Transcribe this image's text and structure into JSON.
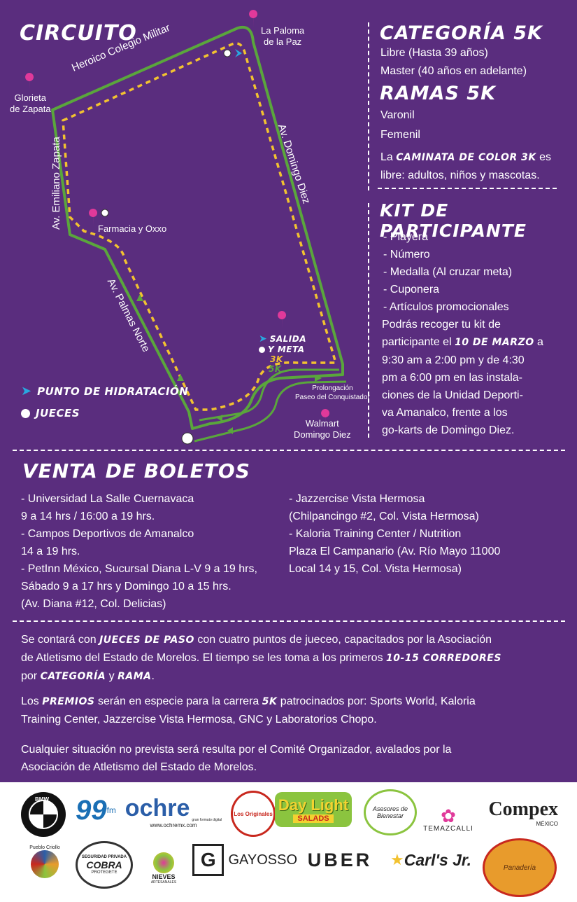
{
  "circuit": {
    "title": "Circuito",
    "streets": {
      "militar": "Heroico Colegio Militar",
      "zapata": "Av. Emiliano Zapata",
      "palmas": "Av. Palmas Norte",
      "domingo": "Av. Domingo Diez",
      "prolongacion": "Prolongación\nPaseo del Conquistador"
    },
    "places": {
      "paloma": "La Paloma\nde la Paz",
      "glorieta": "Glorieta\nde Zapata",
      "farmacia": "Farmacia y Oxxo",
      "walmart": "Walmart\nDomingo Diez"
    },
    "start": {
      "salida": "Salida",
      "meta": "y meta",
      "r3k": "3K",
      "r5k": "5K"
    },
    "legend": {
      "hidratacion": "Punto de hidratación",
      "jueces": "Jueces"
    },
    "colors": {
      "route5k": "#5aa63c",
      "route3k": "#f2c230",
      "pin": "#e0399a",
      "water": "#29a8e0"
    }
  },
  "categoria": {
    "title": "Categoría 5K",
    "items": [
      "Libre (Hasta 39 años)",
      "Master (40 años en adelante)"
    ]
  },
  "ramas": {
    "title": "Ramas 5K",
    "items": [
      "Varonil",
      "Femenil"
    ],
    "caminata_pre": "La",
    "caminata_em": "caminata de color 3K",
    "caminata_post1": "es",
    "caminata_post2": "libre: adultos, niños y mascotas."
  },
  "kit": {
    "title": "Kit de participante",
    "items": [
      "- Playera",
      "- Número",
      "- Medalla (Al cruzar meta)",
      "- Cuponera",
      "- Artículos promocionales"
    ],
    "p1": "Podrás recoger tu kit de",
    "p2_pre": "participante el",
    "p2_em": "10 de marzo",
    "p2_post": "a",
    "lines": [
      "9:30 am a 2:00 pm y de 4:30",
      "pm a 6:00 pm en las instala-",
      "ciones de la Unidad Deporti-",
      "va Amanalco, frente a los",
      "go-karts de Domingo Diez."
    ]
  },
  "boletos": {
    "title": "Venta de boletos",
    "left": [
      "- Universidad La Salle Cuernavaca",
      "9 a 14 hrs / 16:00 a 19 hrs.",
      "- Campos Deportivos de Amanalco",
      "14 a 19 hrs.",
      "- PetInn México, Sucursal Diana L-V 9 a 19 hrs,",
      "Sábado 9 a 17 hrs y Domingo 10 a 15 hrs.",
      "(Av. Diana #12, Col. Delicias)"
    ],
    "right": [
      "- Jazzercise Vista Hermosa",
      "(Chilpancingo #2, Col. Vista Hermosa)",
      "- Kaloria Training Center / Nutrition",
      "Plaza El Campanario (Av. Río Mayo 11000",
      "Local 14 y 15, Col. Vista Hermosa)"
    ]
  },
  "info": {
    "p1a": "Se contará con",
    "p1b": "jueces de paso",
    "p1c": "con cuatro puntos de jueceo, capacitados por la Asociación",
    "p1d": "de Atletismo del Estado de Morelos. El tiempo se les toma a los primeros",
    "p1e": "10-15 corredores",
    "p1f": "por",
    "p1g": "categoría",
    "p1h": "y",
    "p1i": "rama",
    "p1j": ".",
    "p2a": "Los",
    "p2b": "premios",
    "p2c": "serán en especie para la carrera",
    "p2d": "5K",
    "p2e": "patrocinados por: Sports World, Kaloria",
    "p2f": "Training Center, Jazzercise Vista Hermosa, GNC y Laboratorios Chopo.",
    "p3a": "Cualquier situación no prevista será resulta por el Comité Organizador, avalados por la",
    "p3b": "Asociación de Atletismo del Estado de Morelos."
  },
  "sponsors": {
    "bmw": "BMW",
    "r99": "99",
    "r99sub": "fm",
    "ochre": "ochre",
    "ochre_sub": "gran formato digital",
    "ochre_url": "www.ochremx.com",
    "originales": "Los Originales",
    "daylight": "Day Light",
    "salads": "SALADS",
    "asesores": "Asesores de Bienestar",
    "temazcalli": "TEMAZCALLI",
    "compex": "Compex",
    "compex_sub": "MÉXICO",
    "pueblo": "Pueblo Criollo",
    "cobra_top": "SEGURIDAD PRIVADA",
    "cobra": "COBRA",
    "cobra_sub": "PROTEGETE",
    "nieves": "NIEVES",
    "nieves_sub": "ARTESANALES",
    "gayosso": "GAYOSSO",
    "uber": "UBER",
    "carls": "Carl's Jr.",
    "panaderia": "Panadería"
  }
}
